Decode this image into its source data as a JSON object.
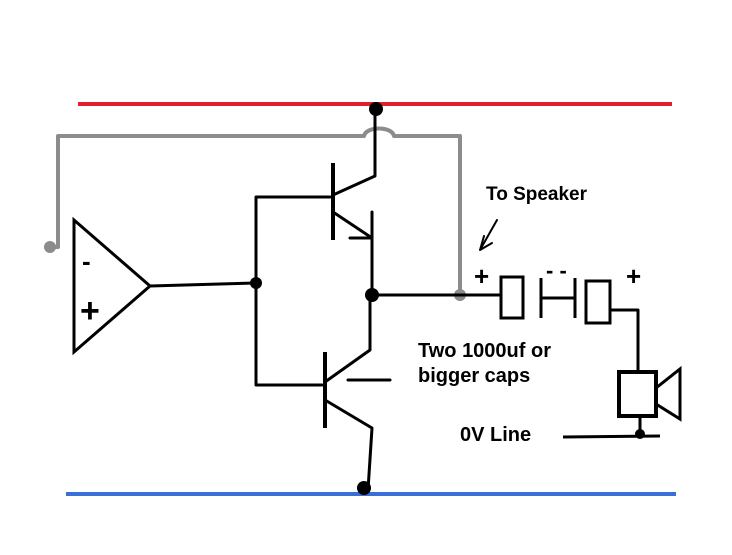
{
  "labels": {
    "to_speaker": "To Speaker",
    "caps_line1": "Two 1000uf or",
    "caps_line2": "bigger caps",
    "zero_v_line": "0V Line",
    "opamp_minus": "-",
    "opamp_plus": "+",
    "cap_left_plus": "+",
    "cap_middle_minus": "- -",
    "cap_right_plus": "+"
  },
  "colors": {
    "positive_rail": "#e0202a",
    "negative_rail": "#3a6fd8",
    "feedback_wire": "#8c8c8c",
    "wire": "#000000"
  }
}
